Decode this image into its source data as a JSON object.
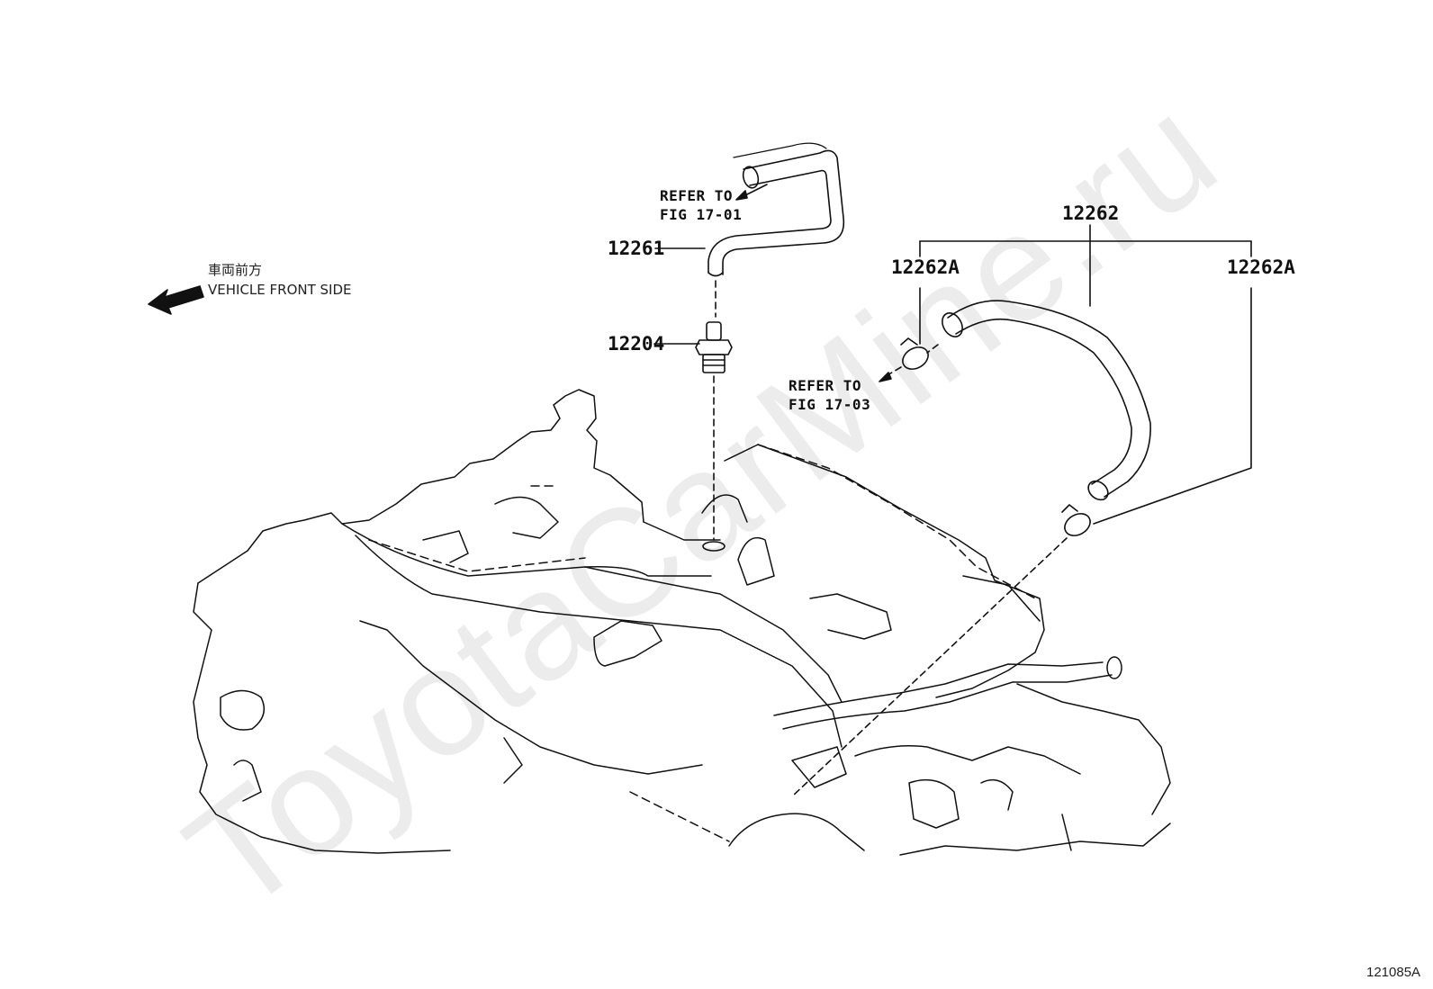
{
  "watermark": "ToyotaCarMine.ru",
  "front_indicator": {
    "japanese": "車両前方",
    "english": "VEHICLE FRONT SIDE"
  },
  "refs": {
    "ref1": {
      "line1": "REFER TO",
      "line2": "FIG 17-01"
    },
    "ref2": {
      "line1": "REFER TO",
      "line2": "FIG 17-03"
    }
  },
  "parts": {
    "hose_12261": "12261",
    "valve_12204": "12204",
    "hose_12262": "12262",
    "clamp_left": "12262A",
    "clamp_right": "12262A"
  },
  "figure_id": "121085A"
}
